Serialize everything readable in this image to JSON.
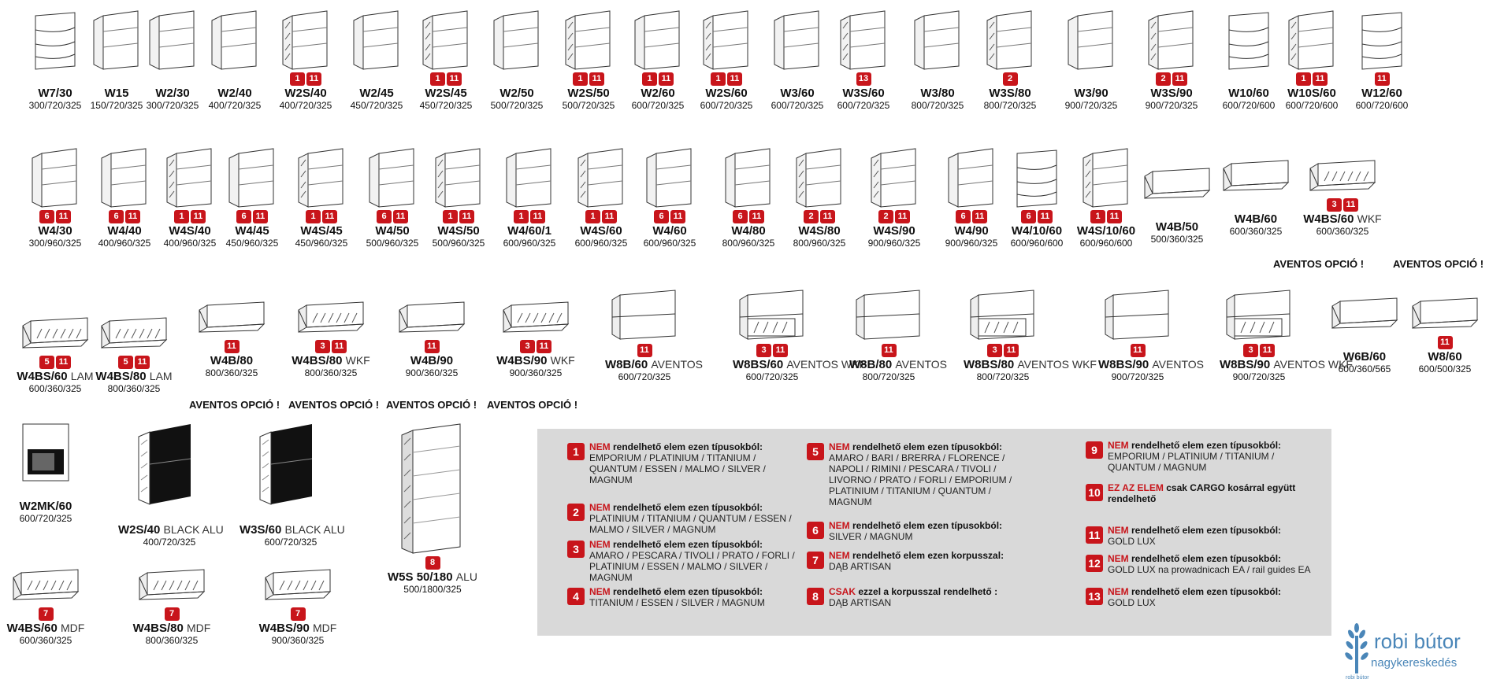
{
  "items": [
    {
      "code": "W7/30",
      "dims": "300/720/325",
      "badges": [],
      "shape": "corner"
    },
    {
      "code": "W15",
      "dims": "150/720/325",
      "badges": [],
      "shape": "shelf"
    },
    {
      "code": "W2/30",
      "dims": "300/720/325",
      "badges": [],
      "shape": "shelf"
    },
    {
      "code": "W2/40",
      "dims": "400/720/325",
      "badges": [],
      "shape": "shelf"
    },
    {
      "code": "W2S/40",
      "dims": "400/720/325",
      "badges": [
        "1",
        "11"
      ],
      "shape": "glass"
    },
    {
      "code": "W2/45",
      "dims": "450/720/325",
      "badges": [],
      "shape": "shelf"
    },
    {
      "code": "W2S/45",
      "dims": "450/720/325",
      "badges": [
        "1",
        "11"
      ],
      "shape": "glass"
    },
    {
      "code": "W2/50",
      "dims": "500/720/325",
      "badges": [],
      "shape": "shelf"
    },
    {
      "code": "W2S/50",
      "dims": "500/720/325",
      "badges": [
        "1",
        "11"
      ],
      "shape": "glass"
    },
    {
      "code": "W2/60",
      "dims": "600/720/325",
      "badges": [
        "1",
        "11"
      ],
      "shape": "shelf"
    },
    {
      "code": "W2S/60",
      "dims": "600/720/325",
      "badges": [
        "1",
        "11"
      ],
      "shape": "glass"
    },
    {
      "code": "W3/60",
      "dims": "600/720/325",
      "badges": [],
      "shape": "shelf"
    },
    {
      "code": "W3S/60",
      "dims": "600/720/325",
      "badges": [
        "13"
      ],
      "shape": "glass"
    },
    {
      "code": "W3/80",
      "dims": "800/720/325",
      "badges": [],
      "shape": "shelf"
    },
    {
      "code": "W3S/80",
      "dims": "800/720/325",
      "badges": [
        "2"
      ],
      "shape": "glass"
    },
    {
      "code": "W3/90",
      "dims": "900/720/325",
      "badges": [],
      "shape": "shelf"
    },
    {
      "code": "W3S/90",
      "dims": "900/720/325",
      "badges": [
        "2",
        "11"
      ],
      "shape": "glass"
    },
    {
      "code": "W10/60",
      "dims": "600/720/600",
      "badges": [],
      "shape": "corner"
    },
    {
      "code": "W10S/60",
      "dims": "600/720/600",
      "badges": [
        "1",
        "11"
      ],
      "shape": "glass"
    },
    {
      "code": "W12/60",
      "dims": "600/720/600",
      "badges": [
        "11"
      ],
      "shape": "corner"
    },
    {
      "code": "W4/30",
      "dims": "300/960/325",
      "badges": [
        "6",
        "11"
      ],
      "shape": "shelf"
    },
    {
      "code": "W4/40",
      "dims": "400/960/325",
      "badges": [
        "6",
        "11"
      ],
      "shape": "shelf"
    },
    {
      "code": "W4S/40",
      "dims": "400/960/325",
      "badges": [
        "1",
        "11"
      ],
      "shape": "glass"
    },
    {
      "code": "W4/45",
      "dims": "450/960/325",
      "badges": [
        "6",
        "11"
      ],
      "shape": "shelf"
    },
    {
      "code": "W4S/45",
      "dims": "450/960/325",
      "badges": [
        "1",
        "11"
      ],
      "shape": "glass"
    },
    {
      "code": "W4/50",
      "dims": "500/960/325",
      "badges": [
        "6",
        "11"
      ],
      "shape": "shelf"
    },
    {
      "code": "W4S/50",
      "dims": "500/960/325",
      "badges": [
        "1",
        "11"
      ],
      "shape": "glass"
    },
    {
      "code": "W4/60/1",
      "dims": "600/960/325",
      "badges": [
        "1",
        "11"
      ],
      "shape": "shelf"
    },
    {
      "code": "W4S/60",
      "dims": "600/960/325",
      "badges": [
        "1",
        "11"
      ],
      "shape": "glass"
    },
    {
      "code": "W4/60",
      "dims": "600/960/325",
      "badges": [
        "6",
        "11"
      ],
      "shape": "shelf"
    },
    {
      "code": "W4/80",
      "dims": "800/960/325",
      "badges": [
        "6",
        "11"
      ],
      "shape": "shelf"
    },
    {
      "code": "W4S/80",
      "dims": "800/960/325",
      "badges": [
        "2",
        "11"
      ],
      "shape": "glass"
    },
    {
      "code": "W4S/90",
      "dims": "900/960/325",
      "badges": [
        "2",
        "11"
      ],
      "shape": "glass"
    },
    {
      "code": "W4/90",
      "dims": "900/960/325",
      "badges": [
        "6",
        "11"
      ],
      "shape": "shelf"
    },
    {
      "code": "W4/10/60",
      "dims": "600/960/600",
      "badges": [
        "6",
        "11"
      ],
      "shape": "corner"
    },
    {
      "code": "W4S/10/60",
      "dims": "600/960/600",
      "badges": [
        "1",
        "11"
      ],
      "shape": "glass"
    },
    {
      "code": "W4B/50",
      "dims": "500/360/325",
      "badges": [],
      "shape": "flat"
    },
    {
      "code": "W4B/60",
      "dims": "600/360/325",
      "badges": [],
      "shape": "flat"
    },
    {
      "code": "W4BS/60",
      "suffix": "WKF",
      "dims": "600/360/325",
      "badges": [
        "3",
        "11"
      ],
      "shape": "flatglass"
    },
    {
      "code": "W4BS/60",
      "suffix": "LAM",
      "dims": "600/360/325",
      "badges": [
        "5",
        "11"
      ],
      "shape": "flatglass"
    },
    {
      "code": "W4BS/80",
      "suffix": "LAM",
      "dims": "800/360/325",
      "badges": [
        "5",
        "11"
      ],
      "shape": "flatglass"
    },
    {
      "code": "W4B/80",
      "dims": "800/360/325",
      "badges": [
        "11"
      ],
      "shape": "flat"
    },
    {
      "code": "W4BS/80",
      "suffix": "WKF",
      "dims": "800/360/325",
      "badges": [
        "3",
        "11"
      ],
      "shape": "flatglass"
    },
    {
      "code": "W4B/90",
      "dims": "900/360/325",
      "badges": [
        "11"
      ],
      "shape": "flat"
    },
    {
      "code": "W4BS/90",
      "suffix": "WKF",
      "dims": "900/360/325",
      "badges": [
        "3",
        "11"
      ],
      "shape": "flatglass"
    },
    {
      "code": "W8B/60",
      "suffix": "AVENTOS",
      "dims": "600/720/325",
      "badges": [
        "11"
      ],
      "shape": "box"
    },
    {
      "code": "W8BS/60",
      "suffix": "AVENTOS WKF",
      "dims": "600/720/325",
      "badges": [
        "3",
        "11"
      ],
      "shape": "boxglass"
    },
    {
      "code": "W8B/80",
      "suffix": "AVENTOS",
      "dims": "800/720/325",
      "badges": [
        "11"
      ],
      "shape": "box"
    },
    {
      "code": "W8BS/80",
      "suffix": "AVENTOS WKF",
      "dims": "800/720/325",
      "badges": [
        "3",
        "11"
      ],
      "shape": "boxglass"
    },
    {
      "code": "W8BS/90",
      "suffix": "AVENTOS",
      "dims": "900/720/325",
      "badges": [
        "11"
      ],
      "shape": "box"
    },
    {
      "code": "W8BS/90",
      "suffix": "AVENTOS WKF",
      "dims": "900/720/325",
      "badges": [
        "3",
        "11"
      ],
      "shape": "boxglass"
    },
    {
      "code": "W6B/60",
      "dims": "600/360/565",
      "badges": [],
      "shape": "flat"
    },
    {
      "code": "W8/60",
      "dims": "600/500/325",
      "badges": [
        "11"
      ],
      "shape": "flat"
    },
    {
      "code": "W2MK/60",
      "dims": "600/720/325",
      "badges": [],
      "shape": "micro"
    },
    {
      "code": "W2S/40",
      "suffix": "BLACK ALU",
      "dims": "400/720/325",
      "badges": [],
      "shape": "black"
    },
    {
      "code": "W3S/60",
      "suffix": "BLACK ALU",
      "dims": "600/720/325",
      "badges": [],
      "shape": "black"
    },
    {
      "code": "W5S 50/180",
      "suffix": "ALU",
      "dims": "500/1800/325",
      "badges": [
        "8"
      ],
      "shape": "tall"
    },
    {
      "code": "W4BS/60",
      "suffix": "MDF",
      "dims": "600/360/325",
      "badges": [
        "7"
      ],
      "shape": "flatglass"
    },
    {
      "code": "W4BS/80",
      "suffix": "MDF",
      "dims": "800/360/325",
      "badges": [
        "7"
      ],
      "shape": "flatglass"
    },
    {
      "code": "W4BS/90",
      "suffix": "MDF",
      "dims": "900/360/325",
      "badges": [
        "7"
      ],
      "shape": "flatglass"
    }
  ],
  "notes": [
    "AVENTOS OPCIÓ !",
    "AVENTOS OPCIÓ !",
    "AVENTOS OPCIÓ !",
    "AVENTOS OPCIÓ !",
    "AVENTOS OPCIÓ !",
    "AVENTOS OPCIÓ !"
  ],
  "legend": [
    {
      "n": "1",
      "red": "NEM",
      "head": " rendelhető elem ezen típusokból:",
      "sub": "EMPORIUM / PLATINIUM / TITANIUM / QUANTUM / ESSEN / MALMO / SILVER / MAGNUM"
    },
    {
      "n": "2",
      "red": "NEM",
      "head": " rendelhető elem ezen típusokból:",
      "sub": "PLATINIUM / TITANIUM / QUANTUM / ESSEN / MALMO / SILVER / MAGNUM"
    },
    {
      "n": "3",
      "red": "NEM",
      "head": " rendelhető elem ezen típusokból:",
      "sub": "AMARO / PESCARA / TIVOLI / PRATO / FORLI / PLATINIUM / ESSEN / MALMO / SILVER / MAGNUM"
    },
    {
      "n": "4",
      "red": "NEM",
      "head": " rendelhető elem ezen típusokból:",
      "sub": "TITANIUM / ESSEN / SILVER / MAGNUM"
    },
    {
      "n": "5",
      "red": "NEM",
      "head": " rendelhető elem ezen típusokból:",
      "sub": "AMARO / BARI / BRERRA / FLORENCE / NAPOLI / RIMINI / PESCARA / TIVOLI / LIVORNO / PRATO / FORLI / EMPORIUM / PLATINIUM / TITANIUM / QUANTUM / MAGNUM"
    },
    {
      "n": "6",
      "red": "NEM",
      "head": " rendelhető elem ezen típusokból:",
      "sub": "SILVER / MAGNUM"
    },
    {
      "n": "7",
      "red": "NEM",
      "head": " rendelhető elem ezen korpusszal:",
      "sub": "DĄB ARTISAN"
    },
    {
      "n": "8",
      "red": "CSAK",
      "head": " ezzel a korpusszal rendelhető :",
      "sub": "DĄB ARTISAN"
    },
    {
      "n": "9",
      "red": "NEM",
      "head": " rendelhető elem ezen típusokból:",
      "sub": "EMPORIUM / PLATINIUM / TITANIUM / QUANTUM / MAGNUM"
    },
    {
      "n": "10",
      "red": "EZ AZ ELEM",
      "head": " csak CARGO kosárral  együtt rendelhető",
      "sub": ""
    },
    {
      "n": "11",
      "red": "NEM",
      "head": " rendelhető elem ezen típusokból:",
      "sub": "GOLD LUX"
    },
    {
      "n": "12",
      "red": "NEM",
      "head": " rendelhető elem ezen típusokból:",
      "sub": "GOLD LUX na prowadnicach EA / rail guides EA"
    },
    {
      "n": "13",
      "red": "NEM",
      "head": " rendelhető elem ezen típusokból:",
      "sub": "GOLD LUX"
    }
  ],
  "logo": {
    "brand": "robi bútor",
    "tag": "nagykereskedés",
    "small": "robi bútor"
  },
  "colors": {
    "badge": "#c8151b",
    "legend_bg": "#d9d9d9",
    "logo": "#4a86b8"
  }
}
